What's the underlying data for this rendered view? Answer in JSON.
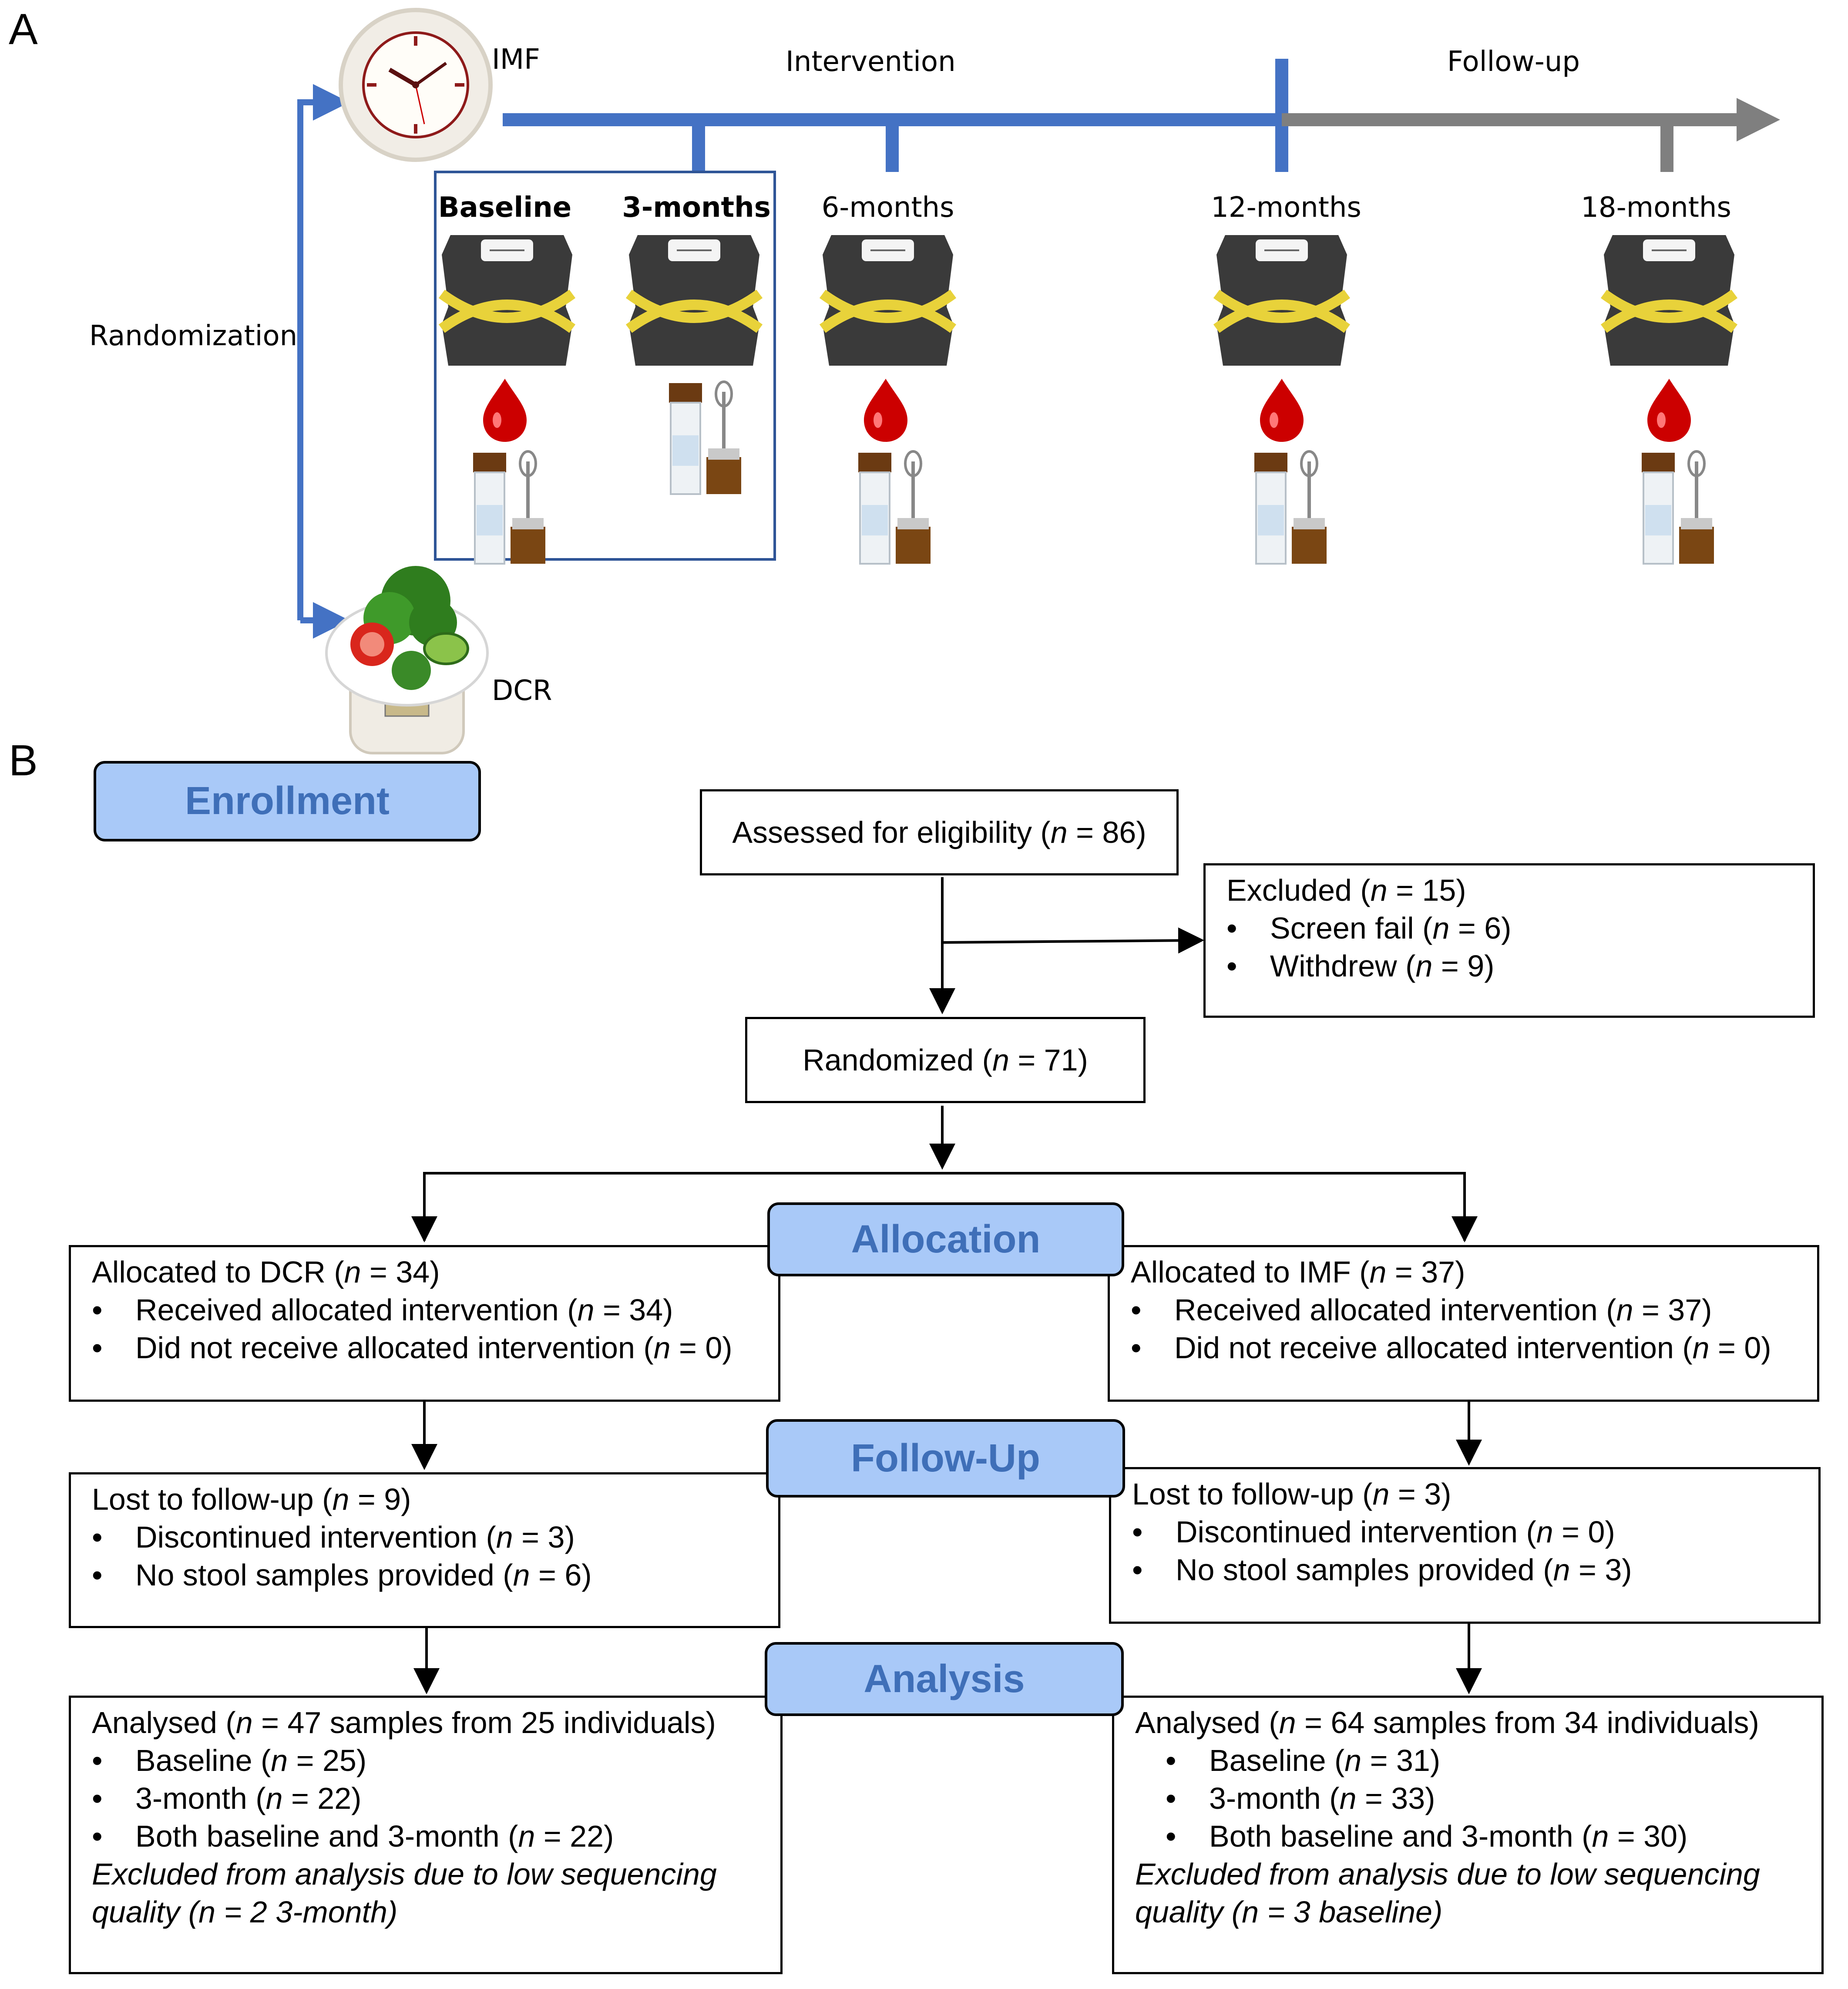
{
  "panel_a": {
    "letter": "A",
    "arm_top": "IMF",
    "arm_bottom": "DCR",
    "randomization": "Randomization",
    "phase_intervention": "Intervention",
    "phase_followup": "Follow-up",
    "timepoints": [
      "Baseline",
      "3-months",
      "6-months",
      "12-months",
      "18-months"
    ],
    "colors": {
      "intervention": "#4472c4",
      "followup": "#7f7f7f",
      "blood": "#cc0000",
      "tape": "#e8d23a",
      "scale": "#3a3a3a"
    },
    "icons": [
      "clock-icon",
      "salad-scale-icon",
      "weighing-scale-icon",
      "blood-drop-icon",
      "stool-tube-icon",
      "stool-container-icon"
    ]
  },
  "panel_b": {
    "letter": "B",
    "stages": {
      "enrollment": "Enrollment",
      "allocation": "Allocation",
      "followup": "Follow-Up",
      "analysis": "Analysis"
    },
    "assessed": {
      "pre": "Assessed for eligibility (",
      "n": "n",
      "post": " = 86)"
    },
    "excluded": {
      "title": {
        "pre": "Excluded (",
        "n": "n",
        "post": " = 15)"
      },
      "items": [
        {
          "pre": "Screen fail (",
          "n": "n",
          "post": " = 6)"
        },
        {
          "pre": "Withdrew (",
          "n": "n",
          "post": " = 9)"
        }
      ]
    },
    "randomized": {
      "pre": "Randomized (",
      "n": "n",
      "post": " = 71)"
    },
    "dcr_alloc": {
      "title": {
        "pre": "Allocated to DCR (",
        "n": "n",
        "post": " = 34)"
      },
      "items": [
        {
          "pre": "Received allocated intervention (",
          "n": "n",
          "post": " = 34)"
        },
        {
          "pre": "Did not receive allocated intervention (",
          "n": "n",
          "post": " =  0)"
        }
      ]
    },
    "imf_alloc": {
      "title": {
        "pre": "Allocated to IMF (",
        "n": "n",
        "post": " = 37)"
      },
      "items": [
        {
          "pre": "Received allocated intervention (",
          "n": "n",
          "post": " = 37)"
        },
        {
          "pre": "Did not receive allocated intervention (",
          "n": "n",
          "post": " = 0)"
        }
      ]
    },
    "dcr_follow": {
      "title": {
        "pre": "Lost to follow-up (",
        "n": "n",
        "post": " = 9)"
      },
      "items": [
        {
          "pre": "Discontinued intervention (",
          "n": "n",
          "post": " = 3)"
        },
        {
          "pre": "No stool samples provided (",
          "n": "n",
          "post": " = 6)"
        }
      ]
    },
    "imf_follow": {
      "title": {
        "pre": "Lost to follow-up (",
        "n": "n",
        "post": " = 3)"
      },
      "items": [
        {
          "pre": "Discontinued intervention (",
          "n": "n",
          "post": " = 0)"
        },
        {
          "pre": "No stool samples provided (",
          "n": "n",
          "post": " = 3)"
        }
      ]
    },
    "dcr_analysis": {
      "title": {
        "pre": "Analysed (",
        "n": "n",
        "post": " = 47 samples from 25 individuals)"
      },
      "items": [
        {
          "pre": "Baseline (",
          "n": "n",
          "post": " = 25)"
        },
        {
          "pre": "3-month (",
          "n": "n",
          "post": " = 22)"
        },
        {
          "pre": "Both baseline and 3-month (",
          "n": "n",
          "post": " = 22)"
        }
      ],
      "note": [
        "Excluded from analysis due to low sequencing",
        "quality (n = 2 3-month)"
      ]
    },
    "imf_analysis": {
      "title": {
        "pre": "Analysed (",
        "n": "n",
        "post": " = 64 samples from 34 individuals)"
      },
      "items": [
        {
          "pre": "Baseline (",
          "n": "n",
          "post": " = 31)"
        },
        {
          "pre": "3-month (",
          "n": "n",
          "post": " = 33)"
        },
        {
          "pre": "Both baseline and 3-month (",
          "n": "n",
          "post": " = 30)"
        }
      ],
      "note": [
        "Excluded from analysis due to low sequencing",
        "quality (n = 3 baseline)"
      ]
    }
  }
}
